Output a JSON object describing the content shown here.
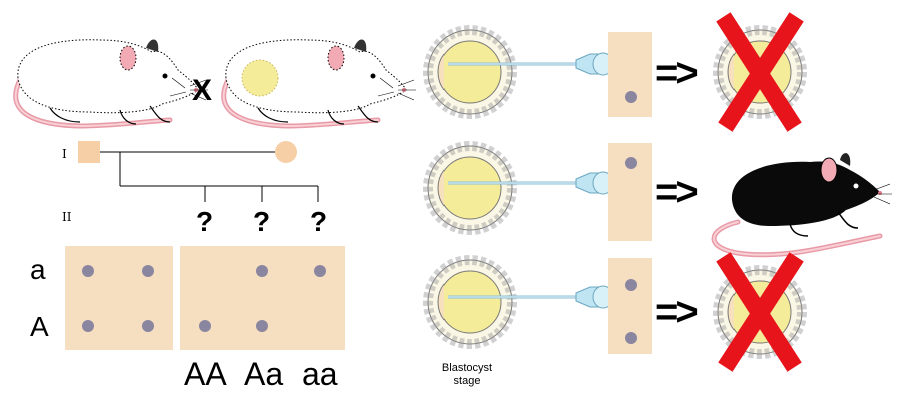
{
  "cross_symbol": "X",
  "pedigree": {
    "generation_I": "I",
    "generation_II": "II",
    "offspring_marks": [
      "?",
      "?",
      "?"
    ]
  },
  "alleles": {
    "top": "a",
    "bottom": "A"
  },
  "genotypes": [
    "AA",
    "Aa",
    "aa"
  ],
  "results": {
    "arrow": "=>"
  },
  "caption": {
    "line1": "Blastocyst",
    "line2": "stage"
  },
  "colors": {
    "panel_tan": "#f5dfc0",
    "pedigree_tan": "#f7cfa6",
    "dot": "#8a86a0",
    "blastocyst_yellow": "#f5ec9a",
    "red_x": "#e8141b",
    "black_mouse": "#0a0a0a",
    "pipette_blue": "#bfe4f2",
    "mouse_pink": "#f2aab5"
  }
}
